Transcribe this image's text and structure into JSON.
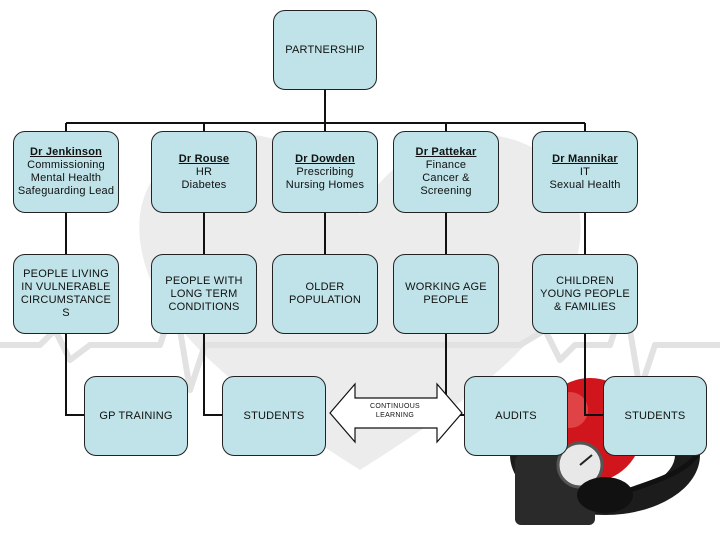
{
  "root": {
    "label": "PARTNERSHIP"
  },
  "leads": [
    {
      "name": "Dr Jenkinson",
      "roles": [
        "Commissioning",
        "Mental Health",
        "Safeguarding Lead"
      ]
    },
    {
      "name": "Dr Rouse",
      "roles": [
        "HR",
        "Diabetes"
      ]
    },
    {
      "name": "Dr Dowden",
      "roles": [
        "Prescribing",
        "Nursing Homes"
      ]
    },
    {
      "name": "Dr Pattekar",
      "roles": [
        "Finance",
        "Cancer &",
        "Screening"
      ]
    },
    {
      "name": "Dr Mannikar",
      "roles": [
        "IT",
        "Sexual Health"
      ]
    }
  ],
  "populations": [
    {
      "lines": [
        "PEOPLE LIVING",
        "IN VULNERABLE",
        "CIRCUMSTANCE",
        "S"
      ]
    },
    {
      "lines": [
        "PEOPLE WITH",
        "LONG TERM",
        "CONDITIONS"
      ]
    },
    {
      "lines": [
        "OLDER",
        "POPULATION"
      ]
    },
    {
      "lines": [
        "WORKING AGE",
        "PEOPLE"
      ]
    },
    {
      "lines": [
        "CHILDREN",
        "YOUNG PEOPLE",
        "& FAMILIES"
      ]
    }
  ],
  "bottom": [
    {
      "label": "GP TRAINING"
    },
    {
      "label": "STUDENTS"
    },
    {
      "label": "AUDITS"
    },
    {
      "label": "STUDENTS"
    }
  ],
  "arrow": {
    "lines": [
      "CONTINUOUS",
      "LEARNING"
    ]
  },
  "colors": {
    "box_fill": "#bfe3e8",
    "box_border": "#222222",
    "connector": "#111111",
    "heart_bg": "#ededed"
  },
  "decorations": [
    "heart-watermark",
    "ecg-line",
    "blood-pressure-cuff-image"
  ]
}
